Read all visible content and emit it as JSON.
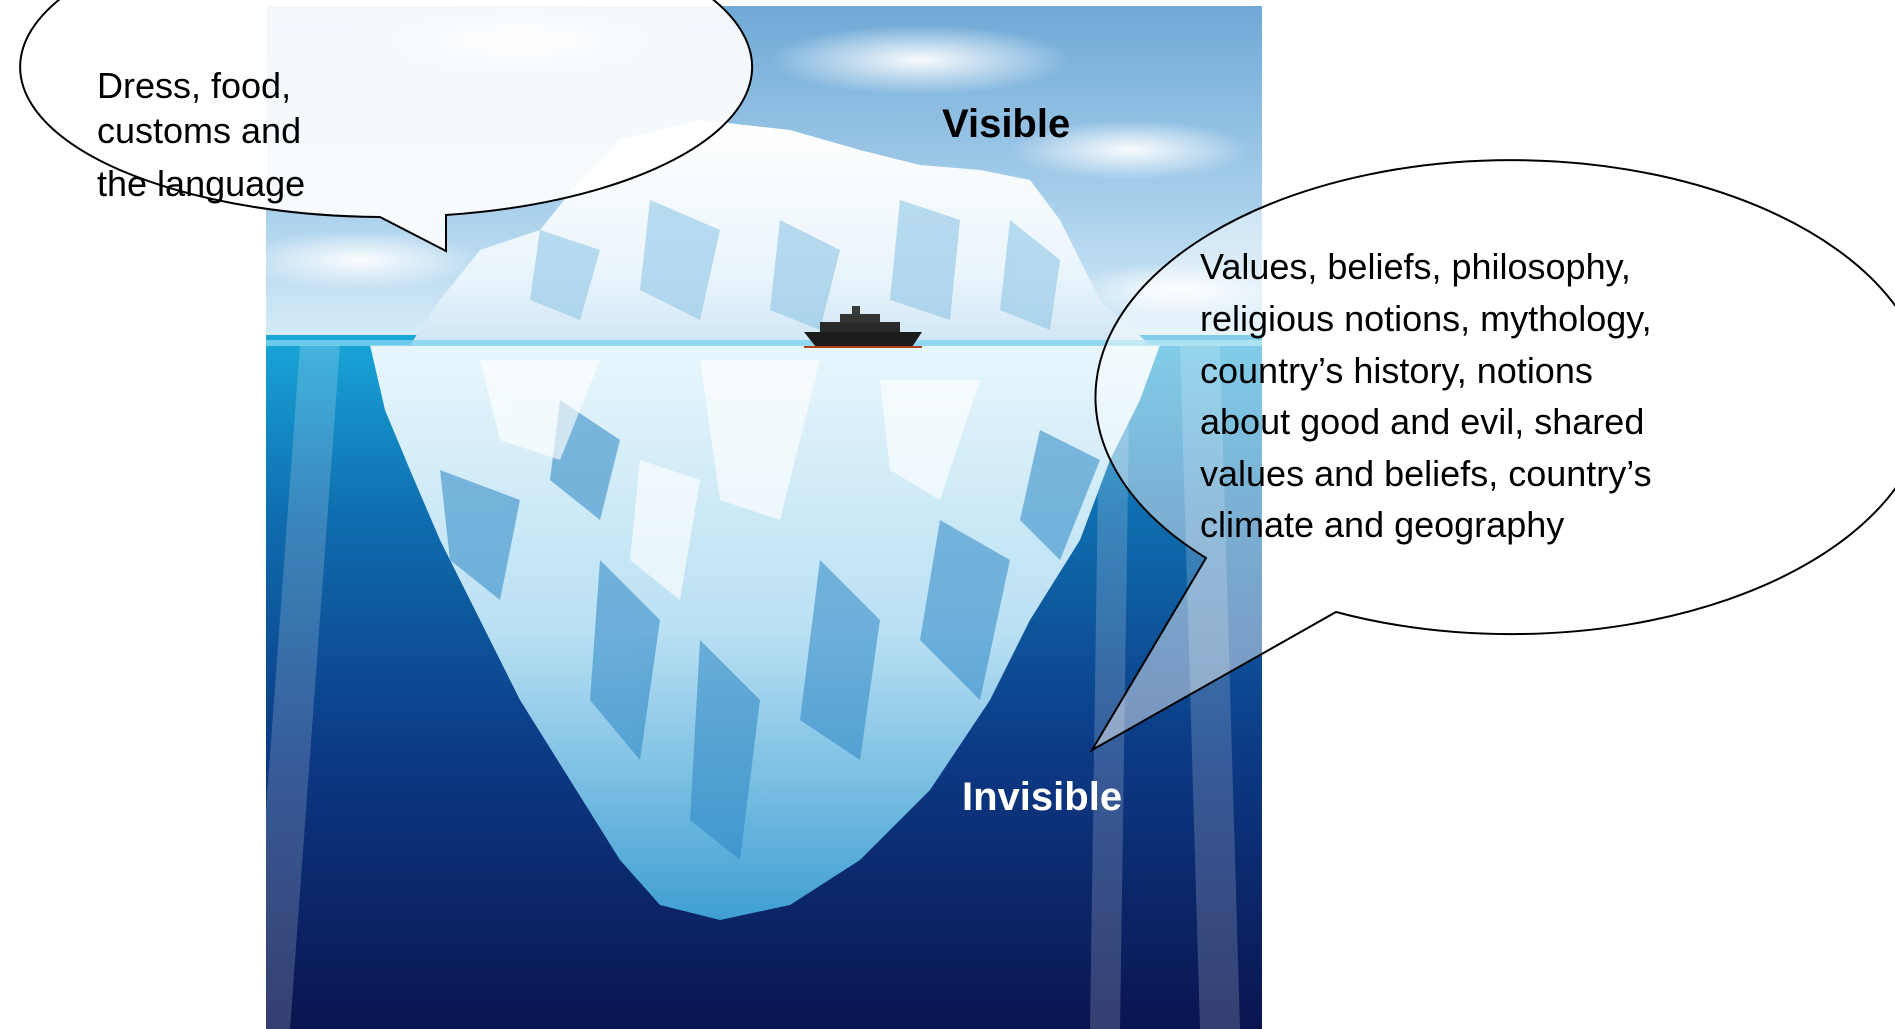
{
  "labels": {
    "visible": "Visible",
    "invisible": "Invisible"
  },
  "callouts": {
    "surface": {
      "lines": [
        "Dress, food,",
        "customs and",
        "the language"
      ]
    },
    "deep": {
      "lines": [
        "Values, beliefs, philosophy,",
        "religious notions, mythology,",
        "country’s history, notions",
        "about good and evil, shared",
        "values and beliefs, country’s",
        "climate and geography"
      ]
    }
  },
  "colors": {
    "sky_top": "#7fb4dc",
    "sky_bottom": "#cfe6f5",
    "water_top": "#1aa6d6",
    "water_deep": "#0b1a55",
    "ice_light": "#ffffff",
    "ice_shadow": "#8ec8e8",
    "label_dark": "#000000",
    "label_light": "#ffffff"
  }
}
